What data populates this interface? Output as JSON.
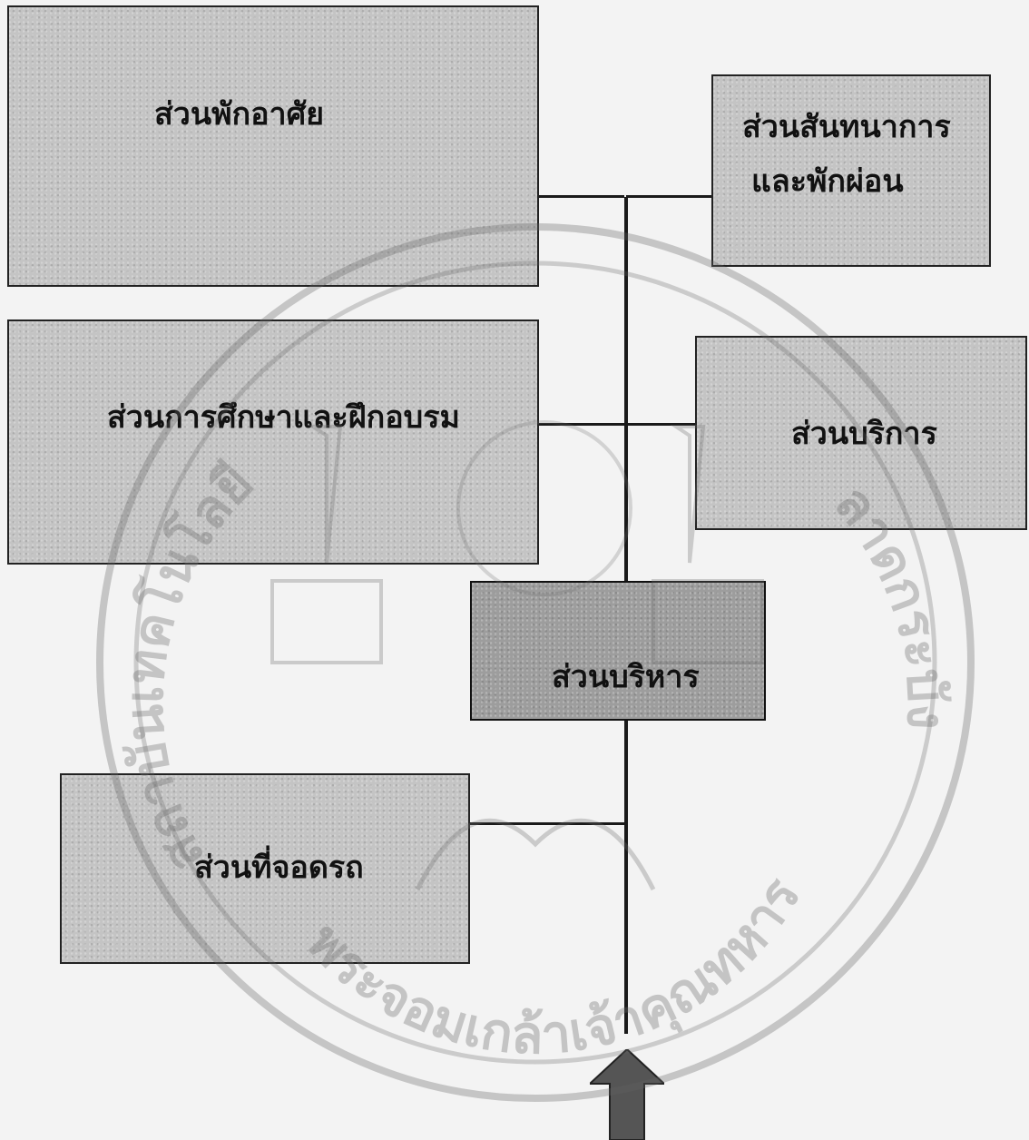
{
  "diagram": {
    "nodes": {
      "residential": "ส่วนพักอาศัย",
      "lounge_line1": "ส่วนสันทนาการ",
      "lounge_line2": "และพักผ่อน",
      "education": "ส่วนการศึกษาและฝึกอบรม",
      "service": "ส่วนบริการ",
      "admin": "ส่วนบริหาร",
      "parking": "ส่วนที่จอดรถ"
    },
    "connector_color": "#1a1a1a",
    "box_fill": "#c4c4c4",
    "entry_arrow_color": "#555555"
  },
  "watermark": {
    "text_bottom": "พระจอมเกล้าเจ้าคุณทหาร",
    "text_left": "สถาบันเทคโนโลยี",
    "text_right": "ลาดกระบัง",
    "icon": "university-seal-icon"
  }
}
